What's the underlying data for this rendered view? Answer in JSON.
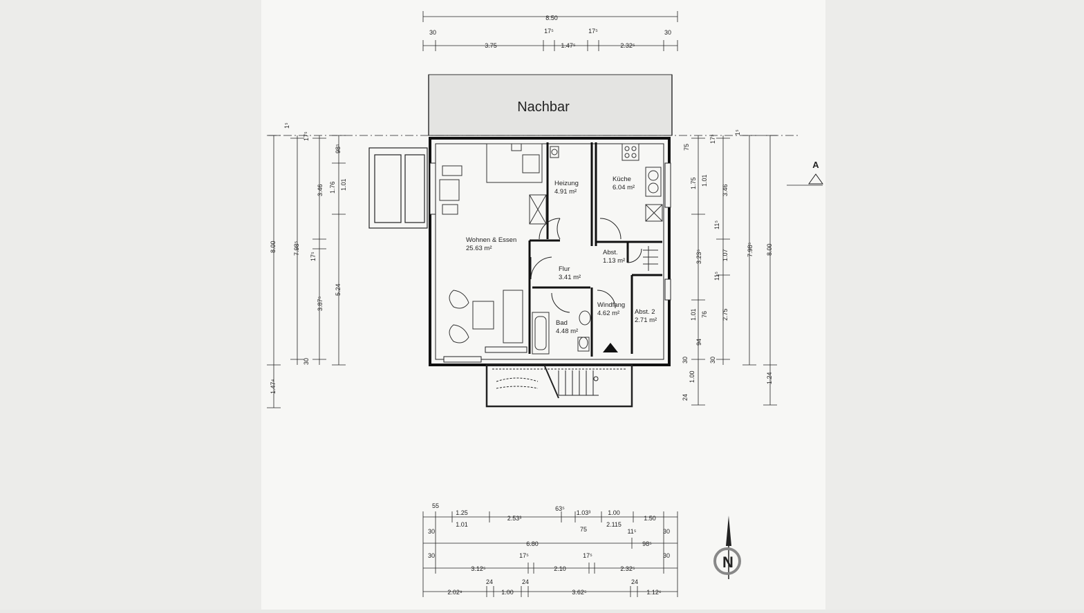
{
  "neighbor_label": "Nachbar",
  "section_marker": "A",
  "north_label": "N",
  "rooms": [
    {
      "name": "Wohnen & Essen",
      "area": "25.63 m²"
    },
    {
      "name": "Heizung",
      "area": "4.91 m²"
    },
    {
      "name": "Küche",
      "area": "6.04 m²"
    },
    {
      "name": "Abst.",
      "area": "1.13 m²"
    },
    {
      "name": "Flur",
      "area": "3.41 m²"
    },
    {
      "name": "Windfang",
      "area": "4.62 m²"
    },
    {
      "name": "Abst. 2",
      "area": "2.71 m²"
    },
    {
      "name": "Bad",
      "area": "4.48 m²"
    }
  ],
  "dims_top": {
    "overall": "8.50",
    "row2": [
      "30",
      "17⁵",
      "17⁵",
      "30"
    ],
    "row3": [
      "3.75",
      "1.47⁵",
      "2.32⁵"
    ]
  },
  "dims_left": [
    "1⁵",
    "17⁵",
    "98⁵",
    "8.00",
    "7.98⁵",
    "3.46",
    "1.76",
    "1.01",
    "17⁵",
    "3.87⁵",
    "5.24",
    "30",
    "1.47⁴"
  ],
  "dims_right": [
    "75",
    "17⁵",
    "1⁵",
    "1.75",
    "1.01",
    "3.46",
    "11⁵",
    "3.23⁵",
    "1.07",
    "7.98⁵",
    "8.00",
    "11⁵",
    "1.01",
    "76",
    "2.75",
    "94",
    "30",
    "30",
    "1.00",
    "1.24",
    "24"
  ],
  "dims_bottom": {
    "row1_top": [
      "55",
      "1.25",
      "2.53³",
      "63⁵",
      "1.03³",
      "1.00",
      "1.50"
    ],
    "row1_bottom": [
      "1.01",
      "75",
      "2.115"
    ],
    "row2": [
      "30",
      "11⁵",
      "30",
      "6.80",
      "98⁵"
    ],
    "row3_top": [
      "30",
      "17⁵",
      "17⁵",
      "30"
    ],
    "row3": [
      "3.12⁵",
      "2.10",
      "2.32⁵"
    ],
    "row4_top": [
      "24",
      "24",
      "24"
    ],
    "row4": [
      "2.02⁹",
      "1.00",
      "3.62⁵",
      "1.12⁶"
    ]
  }
}
